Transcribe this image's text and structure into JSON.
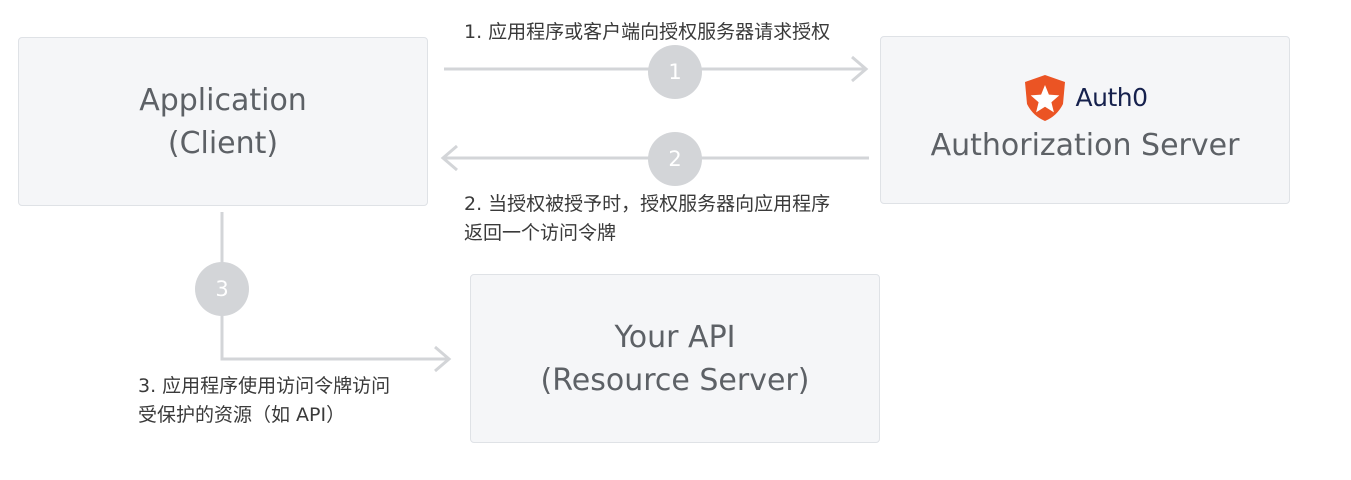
{
  "boxes": {
    "application": {
      "line1": "Application",
      "line2": "(Client)"
    },
    "authorization": {
      "brand": "Auth0",
      "label": "Authorization Server"
    },
    "api": {
      "line1": "Your API",
      "line2": "(Resource Server)"
    }
  },
  "steps": [
    {
      "number": "1",
      "caption_line1": "1. 应用程序或客户端向授权服务器请求授权"
    },
    {
      "number": "2",
      "caption_line1": "2. 当授权被授予时，授权服务器向应用程序",
      "caption_line2": "返回一个访问令牌"
    },
    {
      "number": "3",
      "caption_line1": "3. 应用程序使用访问令牌访问",
      "caption_line2": "受保护的资源（如 API）"
    }
  ],
  "colors": {
    "box_fill": "#f5f6f8",
    "box_border": "#dfe2e6",
    "connector": "#d3d5d8",
    "auth0_brand_orange": "#eb5424",
    "auth0_text": "#16214d"
  },
  "icons": {
    "auth0_logo": "shield-star-icon"
  }
}
